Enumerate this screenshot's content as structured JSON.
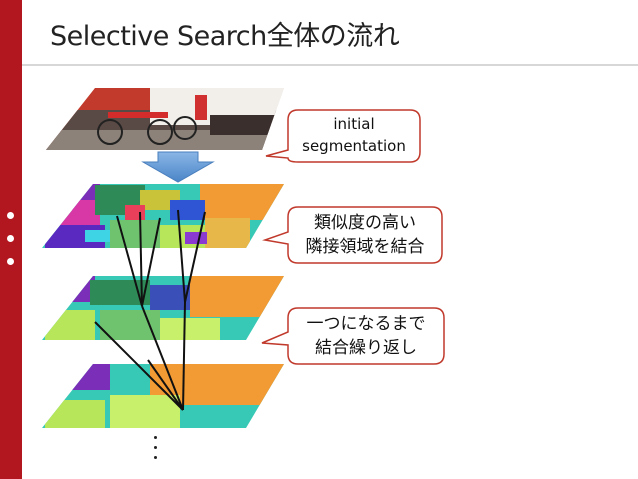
{
  "slide": {
    "title": "Selective Search全体の流れ"
  },
  "callouts": [
    {
      "lines": [
        "initial",
        "segmentation"
      ]
    },
    {
      "lines": [
        "類似度の高い",
        "隣接領域を結合"
      ]
    },
    {
      "lines": [
        "一つになるまで",
        "結合繰り返し"
      ]
    }
  ],
  "colors": {
    "accent_bar": "#b2161e",
    "callout_border": "#c0392b",
    "arrow": "#5b9bd5"
  },
  "icons": [
    "down-arrow-icon",
    "vertical-ellipsis-icon"
  ]
}
